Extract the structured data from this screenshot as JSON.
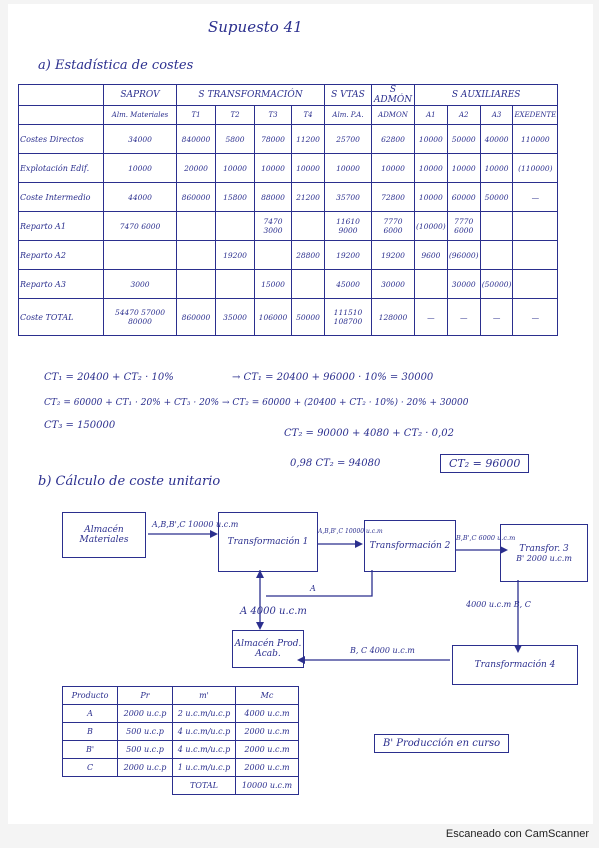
{
  "title": "Supuesto 41",
  "section_a": "a) Estadística de costes",
  "groups": {
    "saprov": "SAPROV",
    "stransf": "S TRANSFORMACIÓN",
    "svtas": "S VTAS",
    "sadmon": "S ADMÓN",
    "saux": "S AUXILIARES"
  },
  "subheaders": [
    "Alm. Materiales",
    "T1",
    "T2",
    "T3",
    "T4",
    "Alm. P.A.",
    "ADMON",
    "A1",
    "A2",
    "A3",
    "EXEDENTE"
  ],
  "rows": [
    {
      "label": "Costes Directos",
      "cells": [
        "34000",
        "840000",
        "5800",
        "78000",
        "11200",
        "25700",
        "62800",
        "10000",
        "50000",
        "40000",
        "110000"
      ]
    },
    {
      "label": "Explotación Edif.",
      "cells": [
        "10000",
        "20000",
        "10000",
        "10000",
        "10000",
        "10000",
        "10000",
        "10000",
        "10000",
        "10000",
        "(110000)"
      ]
    },
    {
      "label": "Coste Intermedio",
      "cells": [
        "44000",
        "860000",
        "15800",
        "88000",
        "21200",
        "35700",
        "72800",
        "10000",
        "60000",
        "50000",
        "—"
      ]
    },
    {
      "label": "Reparto A1",
      "cells": [
        "7470 6000",
        "",
        "",
        "7470 3000",
        "",
        "11610 9000",
        "7770 6000",
        "(10000)",
        "7770 6000",
        "",
        ""
      ]
    },
    {
      "label": "Reparto A2",
      "cells": [
        "",
        "",
        "19200",
        "",
        "28800",
        "19200",
        "19200",
        "9600",
        "(96000)",
        "",
        ""
      ]
    },
    {
      "label": "Reparto A3",
      "cells": [
        "3000",
        "",
        "",
        "15000",
        "",
        "45000",
        "30000",
        "",
        "30000",
        "(50000)",
        ""
      ]
    }
  ],
  "total_row": {
    "label": "Coste TOTAL",
    "cells": [
      "54470 57000 80000",
      "860000",
      "35000",
      "106000",
      "50000",
      "111510 108700",
      "128000",
      "—",
      "—",
      "—",
      "—"
    ]
  },
  "equations": [
    "CT₁ = 20400 + CT₂ · 10%",
    "→ CT₁ = 20400 + 96000 · 10% = 30000",
    "CT₂ = 60000 + CT₁ · 20% + CT₃ · 20% → CT₂ = 60000 + (20400 + CT₂ · 10%) · 20% + 30000",
    "CT₃ = 150000",
    "CT₂ = 90000 + 4080 + CT₂ · 0,02",
    "0,98 CT₂ = 94080"
  ],
  "result": "CT₂ = 96000",
  "section_b": "b) Cálculo de coste unitario",
  "diagram": {
    "almacen_materiales": "Almacén Materiales",
    "t1": "Transformación 1",
    "t2": "Transformación 2",
    "t3": "Transfor. 3",
    "t3_note": "B' 2000 u.c.m",
    "t4": "Transformación 4",
    "almacen_pa": "Almacén Prod. Acab.",
    "flow_1": "A,B,B',C 10000 u.c.m",
    "flow_2": "A,B,B',C 10000 u.c.m",
    "flow_3": "B,B',C 6000 u.c.m",
    "flow_a": "A 4000 u.c.m",
    "flow_a_back": "A",
    "flow_bc_t3": "4000 u.c.m  B, C",
    "flow_bc_t4": "B, C 4000 u.c.m",
    "wip_note": "B' Producción en curso"
  },
  "product_table": {
    "headers": [
      "Producto",
      "Pr",
      "m'",
      "Mc"
    ],
    "rows": [
      [
        "A",
        "2000 u.c.p",
        "2 u.c.m/u.c.p",
        "4000 u.c.m"
      ],
      [
        "B",
        "500 u.c.p",
        "4 u.c.m/u.c.p",
        "2000 u.c.m"
      ],
      [
        "B'",
        "500 u.c.p",
        "4 u.c.m/u.c.p",
        "2000 u.c.m"
      ],
      [
        "C",
        "2000 u.c.p",
        "1 u.c.m/u.c.p",
        "2000 u.c.m"
      ]
    ],
    "total_label": "TOTAL",
    "total_value": "10000 u.c.m"
  },
  "footer": "Escaneado con CamScanner"
}
